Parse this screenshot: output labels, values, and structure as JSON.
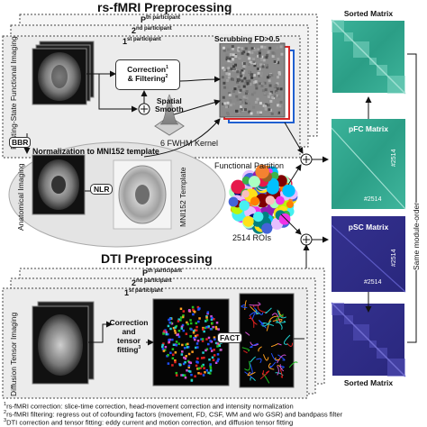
{
  "fmri": {
    "title": "rs-fMRI Preprocessing",
    "participants": [
      "P",
      "2",
      "1"
    ],
    "participant_suffix": [
      "th participant",
      "nd participant",
      "st participant"
    ],
    "vertical_label": "Resting-State Functional Imaging",
    "correction_line1": "Correction",
    "correction_sup": "1",
    "correction_line2": "& Filtering",
    "correction_sup2": "2",
    "scrubbing": "Scrubbing FD>0.5",
    "spatial": "Spatial",
    "smooth": "Smooth",
    "kernel": "6 FWHM Kernel"
  },
  "anat": {
    "bbr": "BBR",
    "normalization": "Normalization to MNI152 template",
    "vertical_label": "Anatomical Imaging",
    "nlr": "NLR",
    "template_label": "MNI152 Template"
  },
  "partition": {
    "title": "Functional Partition",
    "rois": "2514 ROIs"
  },
  "matrices": {
    "sorted_top": "Sorted Matrix",
    "pfc": "pFC Matrix",
    "psc": "pSC Matrix",
    "sorted_bottom": "Sorted Matrix",
    "count_label": "#2514",
    "module_order": "Same module-order"
  },
  "dti": {
    "title": "DTI Preprocessing",
    "vertical_label": "Diffusion Tensor Imaging",
    "correction_line1": "Correction",
    "correction_line2": "and",
    "correction_line3": "tensor",
    "correction_line4": "fitting",
    "correction_sup": "3",
    "fact": "FACT"
  },
  "footnotes": [
    {
      "sup": "1",
      "text": "rs-fMRI correction: slice-time correction, head-movement correction and intensity normalization"
    },
    {
      "sup": "2",
      "text": "rs-fMRI filtering: regress out of cofounding factors (movement, FD, CSF, WM and w/o GSR) and bandpass filter"
    },
    {
      "sup": "3",
      "text": "DTI correction and tensor fitting: eddy current and motion correction, and diffusion tensor fitting"
    }
  ],
  "colors": {
    "panel_bg": "#ececec",
    "fc_matrix": "#2ca58d",
    "sc_matrix": "#2c2a8c",
    "red_border": "#d62728",
    "blue_border": "#1f5fd0"
  }
}
